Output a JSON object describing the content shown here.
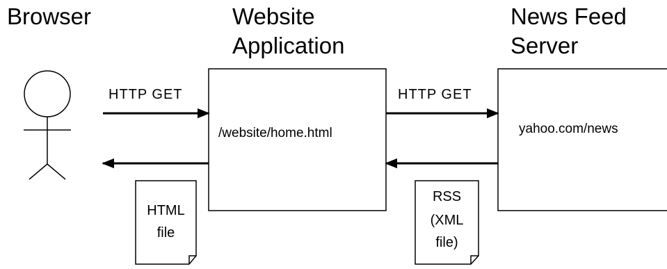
{
  "headings": {
    "browser": "Browser",
    "website_line1": "Website",
    "website_line2": "Application",
    "news_line1": "News Feed",
    "news_line2": "Server"
  },
  "arrows": {
    "browser_to_website": "HTTP GET",
    "website_to_news": "HTTP GET"
  },
  "boxes": {
    "website": "/website/home.html",
    "news": "yahoo.com/news"
  },
  "documents": {
    "html_line1": "HTML",
    "html_line2": "file",
    "rss_line1": "RSS",
    "rss_line2": "(XML",
    "rss_line3": "file)"
  },
  "colors": {
    "stroke": "#000000",
    "background": "#ffffff"
  }
}
